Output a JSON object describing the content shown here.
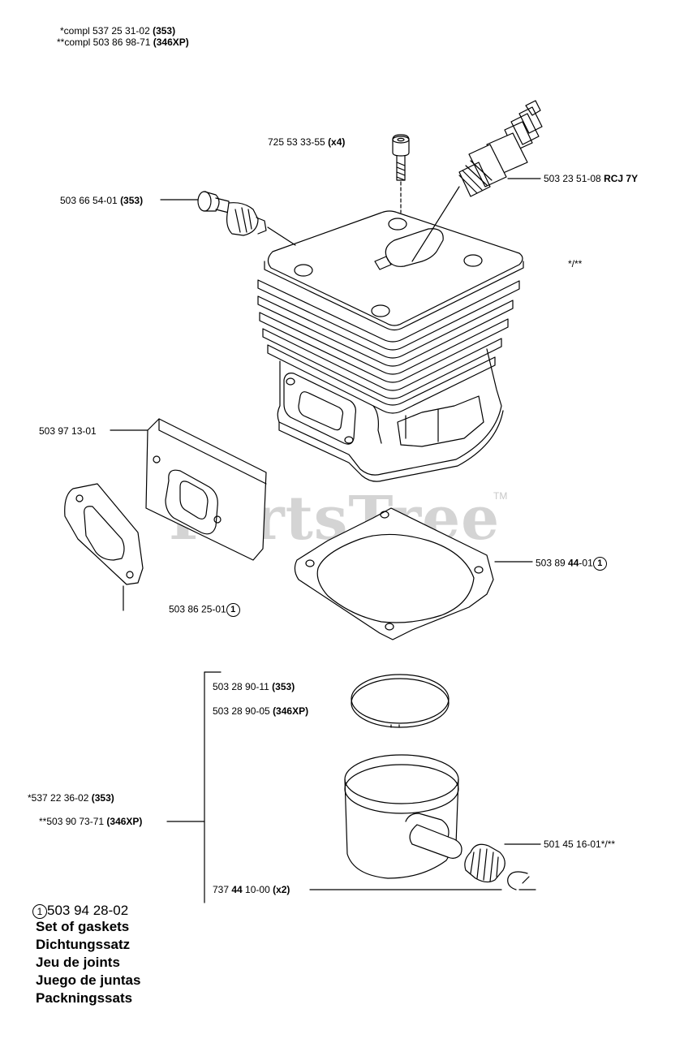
{
  "header": {
    "line1_a": "*compl 537 25 31-02 ",
    "line1_b": "(353)",
    "line2_a": "**compl 503 86 98-71 ",
    "line2_b": "(346XP)"
  },
  "parts": {
    "bolt_a": "725 53 33-55 ",
    "bolt_b": "(x4)",
    "plug_a": "503 23 51-08 ",
    "plug_b": "RCJ 7Y",
    "decomp_a": "503 66 54-01 ",
    "decomp_b": "(353)",
    "cylinder_mark": "*/**",
    "plate": "503 97 13-01",
    "muffler_gasket": "503 86 25-01",
    "muffler_gasket_circ": "1",
    "base_gasket_a": "503 89 ",
    "base_gasket_b": "44",
    "base_gasket_c": "-01",
    "base_gasket_circ": "1",
    "ring1_a": "503 28 90-11 ",
    "ring1_b": "(353)",
    "ring2_a": "503 28 90-05 ",
    "ring2_b": "(346XP)",
    "piston1_a": "*537 22 36-02 ",
    "piston1_b": "(353)",
    "piston2_a": "**503 90 73-71 ",
    "piston2_b": "(346XP)",
    "bearing": "501 45 16-01*/**",
    "circlip_a": "737 ",
    "circlip_b": "44",
    "circlip_c": " 10-00 ",
    "circlip_d": "(x2)"
  },
  "legend": {
    "circ": "1",
    "number": "503 94 28-02",
    "lines": [
      "Set of gaskets",
      "Dichtungssatz",
      "Jeu de joints",
      "Juego de juntas",
      "Packningssats"
    ]
  },
  "watermark": {
    "text": "PartsTree",
    "tm": "TM"
  }
}
